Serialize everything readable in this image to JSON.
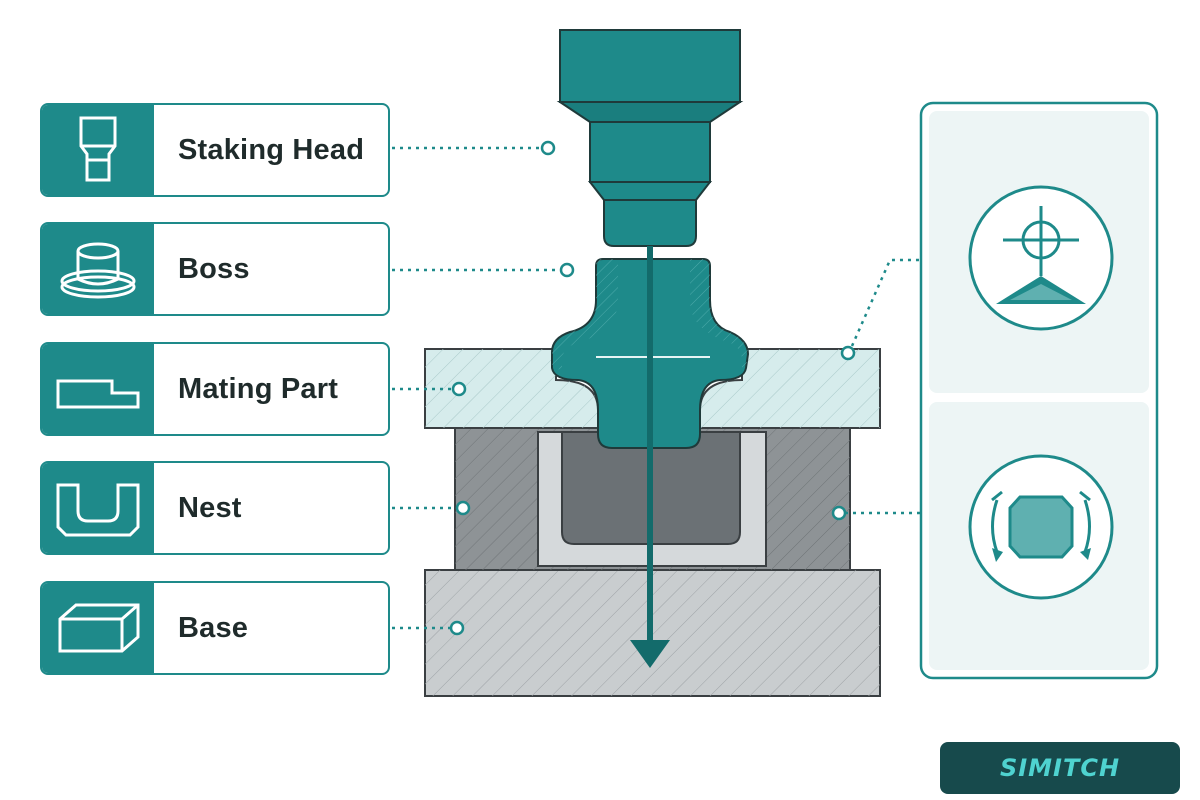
{
  "labels": [
    {
      "text": "Staking Head",
      "icon": "staking-head-icon"
    },
    {
      "text": "Boss",
      "icon": "boss-icon"
    },
    {
      "text": "Mating Part",
      "icon": "mating-part-icon"
    },
    {
      "text": "Nest",
      "icon": "nest-icon"
    },
    {
      "text": "Base",
      "icon": "base-icon"
    }
  ],
  "side_panel": {
    "icons": [
      "alignment-crosshair-icon",
      "rotation-icon"
    ]
  },
  "logo": {
    "text": "SIMITCH"
  },
  "colors": {
    "teal": "#1e8a8a",
    "teal_dark": "#136b6b",
    "teal_light": "#d6ecec",
    "steel_gray": "#8e9396",
    "light_gray": "#c9cdcf",
    "panel_bg": "#edf5f5"
  }
}
